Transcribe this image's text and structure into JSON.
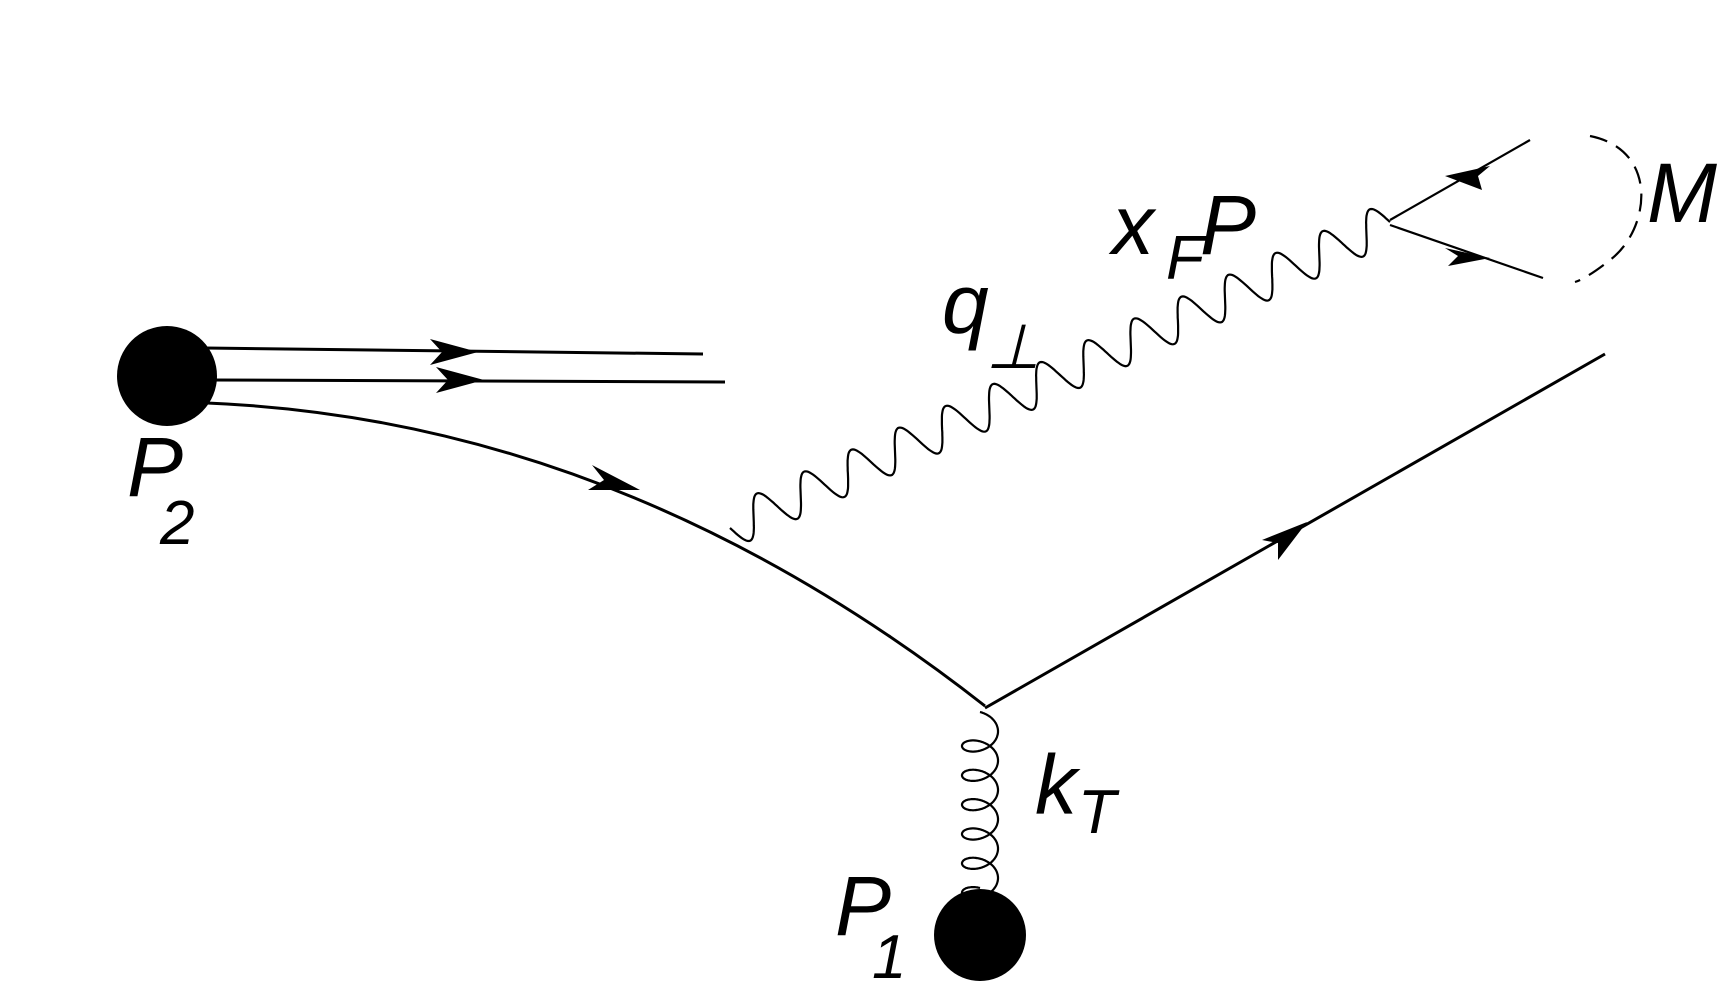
{
  "diagram": {
    "labels": {
      "p2": "P",
      "p2_sub": "2",
      "p1": "P",
      "p1_sub": "1",
      "q": "q",
      "q_sub": "⊥",
      "xf": "x",
      "xf_sub": "F",
      "xf_p": "P",
      "m": "M",
      "kt": "k",
      "kt_sub": "T"
    },
    "colors": {
      "ink": "#000000",
      "background": "#ffffff"
    }
  }
}
